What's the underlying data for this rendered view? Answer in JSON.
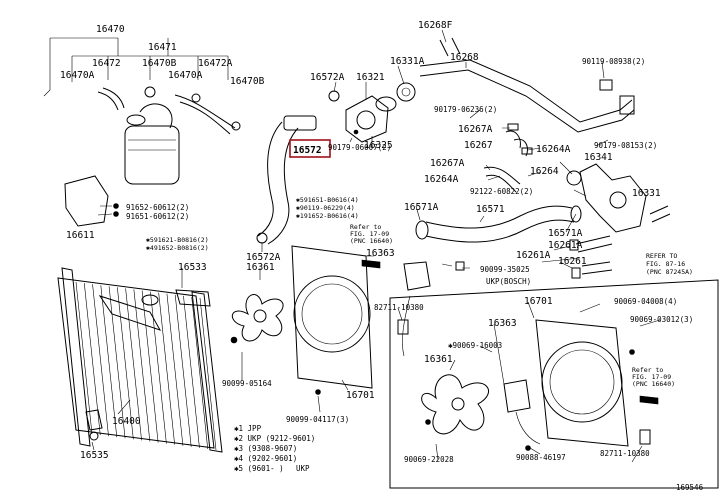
{
  "diagram": {
    "highlighted_part": "16572",
    "corner_code": "169546",
    "accent_color": "#a0101a",
    "labels": [
      {
        "id": "l01",
        "text": "16470"
      },
      {
        "id": "l02",
        "text": "16471"
      },
      {
        "id": "l03",
        "text": "16472"
      },
      {
        "id": "l04",
        "text": "16470B"
      },
      {
        "id": "l05",
        "text": "16472A"
      },
      {
        "id": "l06",
        "text": "16470A"
      },
      {
        "id": "l07",
        "text": "16470A"
      },
      {
        "id": "l08",
        "text": "16470B"
      },
      {
        "id": "l09",
        "text": "16572A"
      },
      {
        "id": "l10",
        "text": "16321"
      },
      {
        "id": "l11",
        "text": "16331A"
      },
      {
        "id": "l12",
        "text": "16268F"
      },
      {
        "id": "l13",
        "text": "16268"
      },
      {
        "id": "l14",
        "text": "90119-08938(2)"
      },
      {
        "id": "l15",
        "text": "90179-06236(2)"
      },
      {
        "id": "l16",
        "text": "16267A"
      },
      {
        "id": "l17",
        "text": "90179-08153(2)"
      },
      {
        "id": "l18",
        "text": "16325"
      },
      {
        "id": "l19",
        "text": "90179-06007(2)"
      },
      {
        "id": "l20",
        "text": "16267"
      },
      {
        "id": "l21",
        "text": "16264A"
      },
      {
        "id": "l22",
        "text": "16341"
      },
      {
        "id": "l23",
        "text": "16267A"
      },
      {
        "id": "l24",
        "text": "16264A"
      },
      {
        "id": "l25",
        "text": "92122-60822(2)"
      },
      {
        "id": "l26",
        "text": "16264"
      },
      {
        "id": "l27",
        "text": "16331"
      },
      {
        "id": "l28",
        "text": "16611"
      },
      {
        "id": "l29",
        "text": "91652-60612(2)"
      },
      {
        "id": "l30",
        "text": "91651-60612(2)"
      },
      {
        "id": "l31",
        "text": "✱591651-B0616(4)"
      },
      {
        "id": "l32",
        "text": "✱90119-06229(4)"
      },
      {
        "id": "l33",
        "text": "✱191652-B0616(4)"
      },
      {
        "id": "l34",
        "text": "16571A"
      },
      {
        "id": "l35",
        "text": "16571"
      },
      {
        "id": "l36",
        "text": "16571A"
      },
      {
        "id": "l37",
        "text": "16261A"
      },
      {
        "id": "l38",
        "text": "16261A"
      },
      {
        "id": "l39",
        "text": "16261"
      },
      {
        "id": "l40",
        "text": "✱591621-B0816(2)"
      },
      {
        "id": "l41",
        "text": "✱491652-B0816(2)"
      },
      {
        "id": "l42",
        "text": "16572A"
      },
      {
        "id": "l43",
        "text": "16361"
      },
      {
        "id": "l44",
        "text": "16533"
      },
      {
        "id": "l45",
        "text": "16363"
      },
      {
        "id": "l46",
        "text": "90099-35025"
      },
      {
        "id": "l47",
        "text": "UKP(BOSCH)"
      },
      {
        "id": "l48",
        "text": "16701"
      },
      {
        "id": "l49",
        "text": "90069-04008(4)"
      },
      {
        "id": "l50",
        "text": "82711-10380"
      },
      {
        "id": "l51",
        "text": "90069-03012(3)"
      },
      {
        "id": "l52",
        "text": "16363"
      },
      {
        "id": "l53",
        "text": "✱90069-16003"
      },
      {
        "id": "l54",
        "text": "16361"
      },
      {
        "id": "l55",
        "text": "90099-05164"
      },
      {
        "id": "l56",
        "text": "16701"
      },
      {
        "id": "l57",
        "text": "90099-04117(3)"
      },
      {
        "id": "l58",
        "text": "16400"
      },
      {
        "id": "l59",
        "text": "16535"
      },
      {
        "id": "l60",
        "text": "90069-22028"
      },
      {
        "id": "l61",
        "text": "90088-46197"
      },
      {
        "id": "l62",
        "text": "82711-10380"
      }
    ],
    "refer_notes": [
      {
        "id": "r1",
        "lines": [
          "Refer to",
          "FIG. 17-09",
          "(PNC 16640)"
        ]
      },
      {
        "id": "r2",
        "lines": [
          "REFER TO",
          "FIG. 87-16",
          "(PNC 87245A)"
        ]
      },
      {
        "id": "r3",
        "lines": [
          "Refer to",
          "FIG. 17-09",
          "(PNC 16640)"
        ]
      }
    ],
    "legend": [
      {
        "id": "g1",
        "text": "✱1 JPP"
      },
      {
        "id": "g2",
        "text": "✱2 UKP (9212-9601)"
      },
      {
        "id": "g3",
        "text": "✱3 (9308-9607)"
      },
      {
        "id": "g4",
        "text": "✱4 (9202-9601)"
      },
      {
        "id": "g5",
        "text": "✱5 (9601-  )"
      },
      {
        "id": "g6",
        "text": "UKP"
      }
    ]
  }
}
